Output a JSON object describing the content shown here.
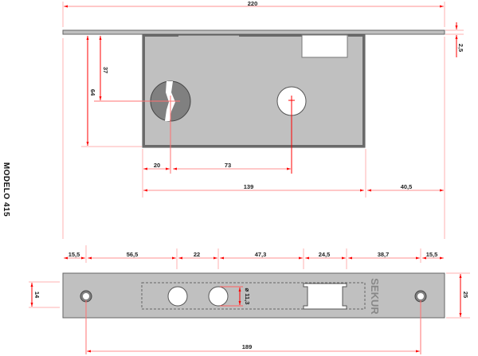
{
  "title": "MODELO 415",
  "colors": {
    "dimension_line": "#ff0000",
    "extension_line": "#ffb0b0",
    "body_fill": "#c0c0c0",
    "body_stroke": "#555555",
    "cylinder_fill": "#808080",
    "hole_fill": "#ffffff",
    "text": "#222222",
    "brand": "#888888"
  },
  "brand": "SEKUR",
  "top_view": {
    "dimensions": {
      "overall_length": "220",
      "faceplate_thickness": "2,5",
      "cylinder_from_top": "37",
      "body_height": "64",
      "backset_to_cylinder": "20",
      "cylinder_to_handle": "73",
      "body_length": "139",
      "faceplate_overhang": "40,5"
    }
  },
  "faceplate_view": {
    "dimensions": {
      "left_edge_to_screw": "15,5",
      "screw_to_first_hole": "56,5",
      "hole_spacing_1": "22",
      "segment_2": "47,3",
      "latch_width": "24,5",
      "latch_to_screw": "38,7",
      "screw_to_right_edge": "15,5",
      "screw_hole_vertical": "14",
      "faceplate_height": "25",
      "hole_diameter": "⌀ 11,3",
      "screw_spacing": "189"
    }
  }
}
